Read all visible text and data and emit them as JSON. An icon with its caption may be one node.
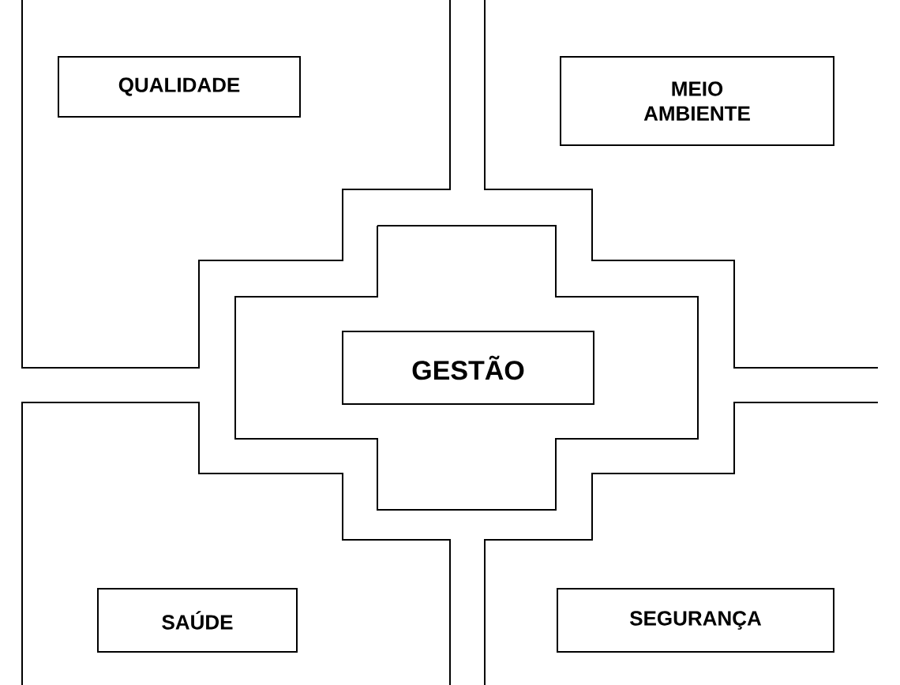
{
  "diagram": {
    "nodes": [
      {
        "text": [],
        "shape": "box"
      },
      {
        "text": [
          "QUALIDADE"
        ],
        "in": 0
      },
      {
        "text": [],
        "shape": "box"
      },
      {
        "text": [
          "MEIO AMBIENTE"
        ],
        "in": 2
      },
      {
        "text": [],
        "shape": "box"
      },
      {
        "text": [
          "GESTÃO"
        ],
        "in": 4
      },
      {
        "text": [],
        "shape": "box"
      },
      {
        "text": [
          "SAÚDE"
        ],
        "in": 6
      },
      {
        "text": [],
        "shape": "box"
      },
      {
        "text": [
          "SEGURANÇA"
        ],
        "in": 8
      }
    ]
  }
}
